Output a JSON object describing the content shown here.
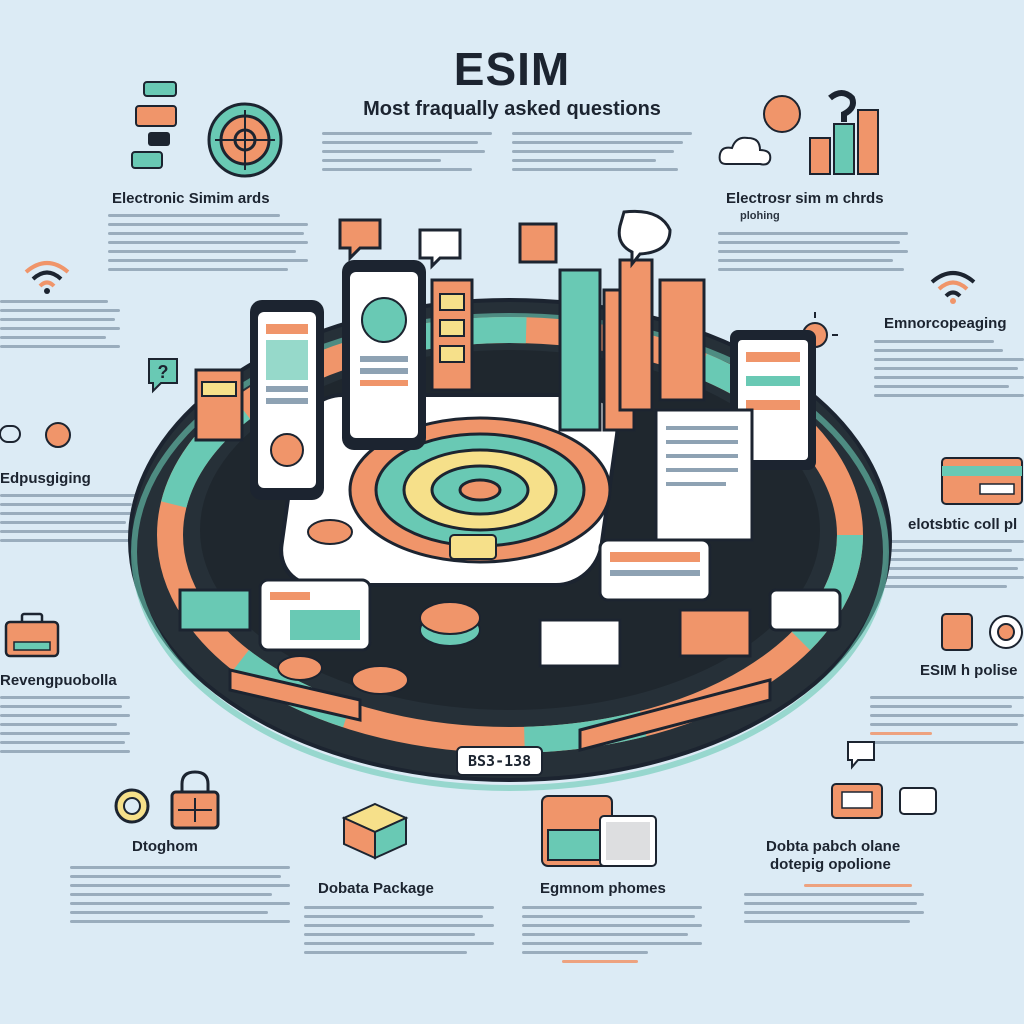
{
  "header": {
    "title": "ESIM",
    "subtitle": "Most fraqually asked questions"
  },
  "sections": {
    "top_left": {
      "heading": "Electronic Simim ards"
    },
    "top_right": {
      "heading": "Electrosr sim m chrds",
      "subheading": "plohing"
    },
    "mid_left": {
      "heading": "Edpusgiging"
    },
    "right_upper": {
      "heading": "Emnorcopeaging"
    },
    "right_middle": {
      "heading": "elotsbtic coll pl"
    },
    "left_lower": {
      "heading": "Revengpuobolla"
    },
    "right_lower": {
      "heading": "ESIM h polise"
    },
    "bottom_left": {
      "heading": "Dtoghom"
    },
    "bottom_center_left": {
      "heading": "Dobata Package"
    },
    "bottom_center": {
      "heading": "Egmnom phomes"
    },
    "bottom_right": {
      "heading": "Dobta pabch olane",
      "subheading": "dotepig opolione"
    }
  },
  "center_label": "BS3-138",
  "icons": {
    "wifi": "wifi-icon",
    "question": "question-icon",
    "lock": "lock-icon",
    "chat": "chat-bubble-icon",
    "sim": "sim-card-icon",
    "phone": "smartphone-icon",
    "briefcase": "briefcase-icon",
    "cube": "package-cube-icon",
    "cloud": "cloud-icon",
    "target": "target-icon"
  },
  "colors": {
    "background": "#dcebf5",
    "teal": "#69c9b4",
    "orange": "#f0956a",
    "dark": "#1c2430"
  }
}
